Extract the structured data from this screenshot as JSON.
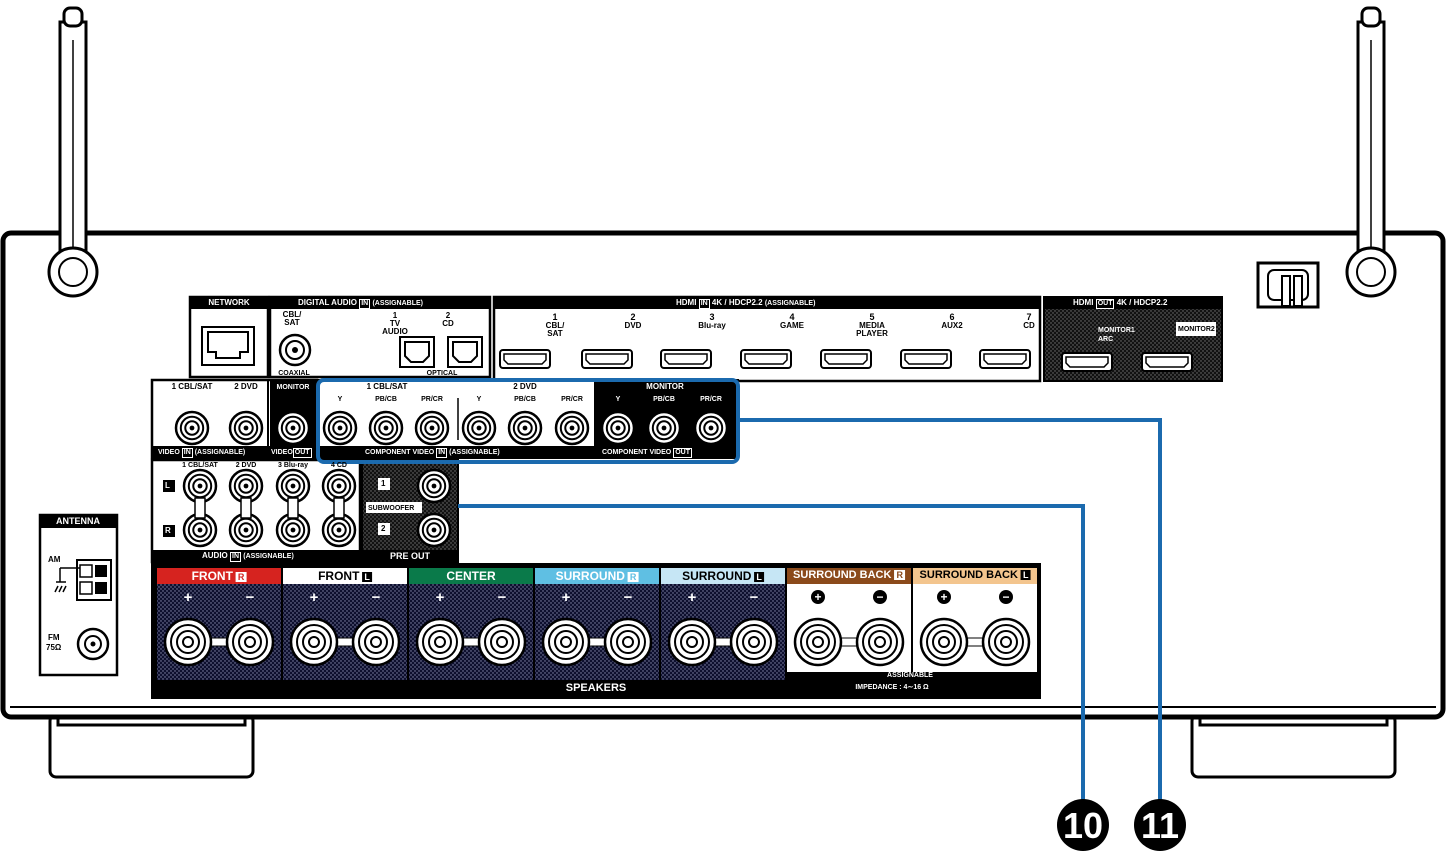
{
  "antenna": {
    "title": "ANTENNA",
    "am": "AM",
    "fm": "FM",
    "fm_ohm": "75Ω"
  },
  "network": {
    "title": "NETWORK"
  },
  "digital_audio": {
    "title": "DIGITAL AUDIO",
    "in": "IN",
    "assignable": "(ASSIGNABLE)",
    "coax_label": "CBL/\nSAT",
    "coaxial": "COAXIAL",
    "opt1_num": "1",
    "opt1_label": "TV\nAUDIO",
    "opt2_num": "2",
    "opt2_label": "CD",
    "optical": "OPTICAL"
  },
  "hdmi_in": {
    "title": "HDMI",
    "in": "IN",
    "spec": "4K / HDCP2.2",
    "assignable": "(ASSIGNABLE)",
    "ports": [
      {
        "num": "1",
        "label": "CBL/\nSAT"
      },
      {
        "num": "2",
        "label": "DVD"
      },
      {
        "num": "3",
        "label": "Blu-ray"
      },
      {
        "num": "4",
        "label": "GAME"
      },
      {
        "num": "5",
        "label": "MEDIA\nPLAYER"
      },
      {
        "num": "6",
        "label": "AUX2"
      },
      {
        "num": "7",
        "label": "CD"
      }
    ]
  },
  "hdmi_out": {
    "title": "HDMI",
    "out": "OUT",
    "spec": "4K / HDCP2.2",
    "monitor1": "MONITOR1\nARC",
    "monitor2": "MONITOR2"
  },
  "video": {
    "in_labels": [
      "1 CBL/SAT",
      "2 DVD"
    ],
    "monitor": "MONITOR",
    "footer_in": "VIDEO",
    "in": "IN",
    "assignable": "(ASSIGNABLE)",
    "footer_out": "VIDEO",
    "out": "OUT"
  },
  "component": {
    "group1": "1 CBL/SAT",
    "group2": "2 DVD",
    "monitor": "MONITOR",
    "y": "Y",
    "pb": "PB/CB",
    "pr": "PR/CR",
    "footer_in": "COMPONENT VIDEO",
    "in": "IN",
    "assignable": "(ASSIGNABLE)",
    "footer_out": "COMPONENT VIDEO",
    "out": "OUT"
  },
  "audio_in": {
    "cols": [
      "1 CBL/SAT",
      "2 DVD",
      "3 Blu-ray",
      "4 CD"
    ],
    "l": "L",
    "r": "R",
    "footer": "AUDIO",
    "in": "IN",
    "assignable": "(ASSIGNABLE)"
  },
  "pre_out": {
    "sub1": "1",
    "sub2": "2",
    "subwoofer": "SUBWOOFER",
    "footer": "PRE OUT"
  },
  "speakers": {
    "channels": [
      {
        "name": "FRONT",
        "side": "R",
        "color": "#d6231f"
      },
      {
        "name": "FRONT",
        "side": "L",
        "color": "#ffffff"
      },
      {
        "name": "CENTER",
        "side": "",
        "color": "#0a7a4a"
      },
      {
        "name": "SURROUND",
        "side": "R",
        "color": "#5fbfe3"
      },
      {
        "name": "SURROUND",
        "side": "L",
        "color": "#c6e6f5"
      },
      {
        "name": "SURROUND BACK",
        "side": "R",
        "color": "#8b4a1b"
      },
      {
        "name": "SURROUND BACK",
        "side": "L",
        "color": "#f3c58e"
      }
    ],
    "plus": "+",
    "minus": "−",
    "assignable": "ASSIGNABLE",
    "impedance": "IMPEDANCE : 4∼16 Ω",
    "footer": "SPEAKERS"
  },
  "callouts": [
    {
      "label": "10"
    },
    {
      "label": "11"
    }
  ],
  "colors": {
    "highlight": "#1b6aae",
    "panel_dark": "#000000"
  }
}
